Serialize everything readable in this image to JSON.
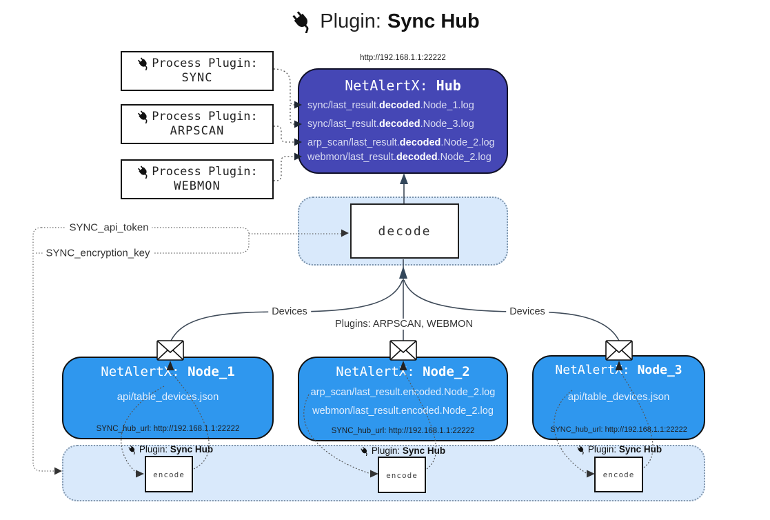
{
  "title": {
    "icon": "plug-icon",
    "prefix": "Plugin:",
    "name": "Sync Hub"
  },
  "process_plugins": [
    {
      "label": "Process Plugin:",
      "name": "SYNC"
    },
    {
      "label": "Process Plugin:",
      "name": "ARPSCAN"
    },
    {
      "label": "Process Plugin:",
      "name": "WEBMON"
    }
  ],
  "hub": {
    "url": "http://192.168.1.1:22222",
    "name_prefix": "NetAlertX: ",
    "name": "Hub",
    "logs": [
      {
        "pre": "sync/last_result.",
        "mid": "decoded",
        "post": ".Node_1.log"
      },
      {
        "pre": "sync/last_result.",
        "mid": "decoded",
        "post": ".Node_3.log"
      },
      {
        "pre": "arp_scan/last_result.",
        "mid": "decoded",
        "post": ".Node_2.log"
      },
      {
        "pre": "webmon/last_result.",
        "mid": "decoded",
        "post": ".Node_2.log"
      }
    ]
  },
  "decode": {
    "label": "decode"
  },
  "settings": {
    "api_token": "SYNC_api_token",
    "encryption_key": "SYNC_encryption_key"
  },
  "edges": {
    "devices": "Devices",
    "plugins": "Plugins: ARPSCAN, WEBMON"
  },
  "nodes": [
    {
      "name_prefix": "NetAlertX: ",
      "name": "Node_1",
      "file1": "api/table_devices.json",
      "file2": "",
      "hub_url": "SYNC_hub_url: http://192.168.1.1:22222"
    },
    {
      "name_prefix": "NetAlertX: ",
      "name": "Node_2",
      "file1": "arp_scan/last_result.encoded.Node_2.log",
      "file2": "webmon/last_result.encoded.Node_2.log",
      "hub_url": "SYNC_hub_url: http://192.168.1.1:22222"
    },
    {
      "name_prefix": "NetAlertX: ",
      "name": "Node_3",
      "file1": "api/table_devices.json",
      "file2": "",
      "hub_url": "SYNC_hub_url: http://192.168.1.1:22222"
    }
  ],
  "sync_plugin": {
    "label_prefix": "Plugin: ",
    "label_name": "Sync Hub",
    "encode_label": "encode"
  },
  "colors": {
    "hub-fill": "#4547b5",
    "node-fill": "#2f97ee",
    "container-fill": "#d9e9fb",
    "container-border": "#7b93ab",
    "line": "#3f4b59"
  }
}
